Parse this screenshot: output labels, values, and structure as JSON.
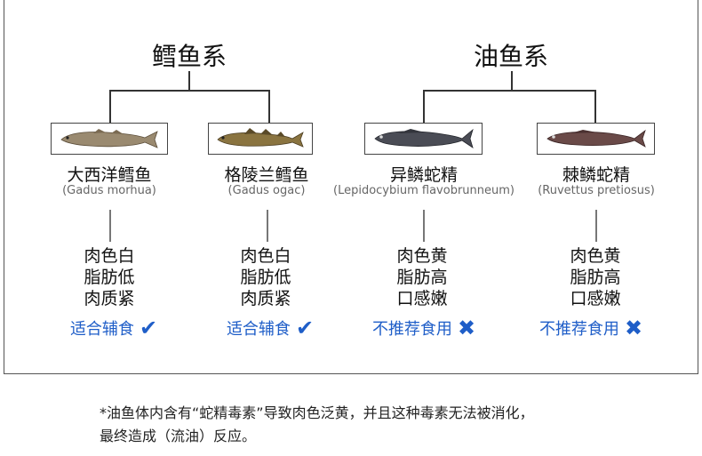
{
  "groups": [
    {
      "title": "鳕鱼系"
    },
    {
      "title": "油鱼系"
    }
  ],
  "fish": [
    {
      "name_cn": "大西洋鳕鱼",
      "name_latin": "(Gadus morhua)",
      "props": [
        "肉色白",
        "脂肪低",
        "肉质紧"
      ],
      "verdict": "适合辅食",
      "mark": "✔",
      "fish_color": "#9a8a70",
      "fish_icon": "cod-fish-icon"
    },
    {
      "name_cn": "格陵兰鳕鱼",
      "name_latin": "(Gadus ogac)",
      "props": [
        "肉色白",
        "脂肪低",
        "肉质紧"
      ],
      "verdict": "适合辅食",
      "mark": "✔",
      "fish_color": "#8a7440",
      "fish_icon": "cod-fish-icon"
    },
    {
      "name_cn": "异鳞蛇精",
      "name_latin": "(Lepidocybium flavobrunneum)",
      "props": [
        "肉色黄",
        "脂肪高",
        "口感嫩"
      ],
      "verdict": "不推荐食用",
      "mark": "✖",
      "fish_color": "#4a4c55",
      "fish_icon": "escolar-fish-icon"
    },
    {
      "name_cn": "棘鳞蛇精",
      "name_latin": "(Ruvettus pretiosus)",
      "props": [
        "肉色黄",
        "脂肪高",
        "口感嫩"
      ],
      "verdict": "不推荐食用",
      "mark": "✖",
      "fish_color": "#6a4a48",
      "fish_icon": "oilfish-icon"
    }
  ],
  "footnote": {
    "line1": "*油鱼体内含有“蛇精毒素”导致肉色泛黄，并且这种毒素无法被消化，",
    "line2": "最终造成（流油）反应。"
  },
  "colors": {
    "accent": "#1f5ec8"
  }
}
